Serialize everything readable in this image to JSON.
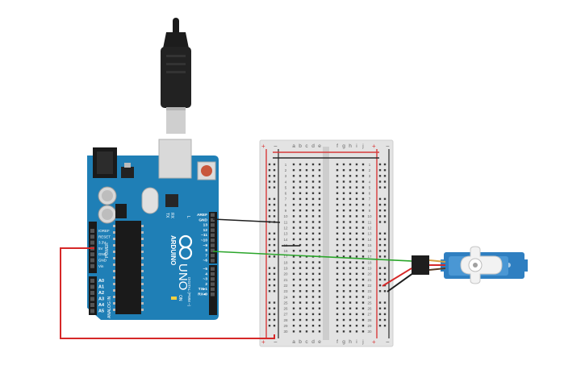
{
  "colors": {
    "board": "#1f7fb6",
    "board_dark": "#176895",
    "breadboard": "#e3e3e3",
    "rail_red": "#d83b3b",
    "rail_dark": "#2a2a2a",
    "wire_red": "#d62828",
    "wire_black": "#1e1e1e",
    "wire_green": "#2aa52a",
    "servo_body": "#2f7fc1"
  },
  "arduino": {
    "name": "ARDUINO",
    "model": "UNO",
    "on_label": "ON",
    "tx_label": "TX",
    "rx_label": "RX",
    "l_label": "L",
    "power_header_labels": [
      "IOREF",
      "RESET",
      "3.3V",
      "5V",
      "GND",
      "GND",
      "Vin"
    ],
    "power_title": "POWER",
    "analog_labels": [
      "A0",
      "A1",
      "A2",
      "A3",
      "A4",
      "A5"
    ],
    "analog_title": "ANALOG IN",
    "digital_labels": [
      "AREF",
      "GND",
      "13",
      "12",
      "~11",
      "~10",
      "~9",
      "8",
      "7",
      "~6",
      "~5",
      "4",
      "~3",
      "2",
      "TX▸1",
      "RX◂0"
    ],
    "digital_title": "DIGITAL (PWM ~)"
  },
  "breadboard": {
    "columns_left": [
      "a",
      "b",
      "c",
      "d",
      "e"
    ],
    "columns_right": [
      "f",
      "g",
      "h",
      "i",
      "j"
    ],
    "rail_plus": "+",
    "rail_minus": "−",
    "row_numbers": [
      "1",
      "2",
      "3",
      "4",
      "5",
      "6",
      "7",
      "8",
      "9",
      "10",
      "11",
      "12",
      "13",
      "14",
      "15",
      "16",
      "17",
      "18",
      "19",
      "20",
      "21",
      "22",
      "23",
      "24",
      "25",
      "26",
      "27",
      "28",
      "29",
      "30"
    ]
  },
  "icons": {
    "usb": "usb-cable-icon",
    "reset": "reset-button-icon",
    "servo": "servo-motor-icon"
  }
}
